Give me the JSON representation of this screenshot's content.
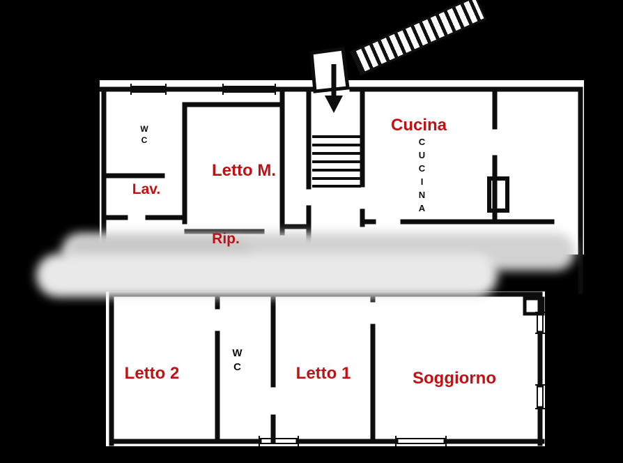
{
  "page": {
    "background_color": "#000000",
    "paper_color": "#ffffff",
    "wall_color": "#0d0d0d",
    "label_color": "#c01212",
    "blur_color": "#d9d9d9"
  },
  "plan": {
    "rooms": [
      {
        "name": "cucina",
        "label": "Cucina"
      },
      {
        "name": "letto-m",
        "label": "Letto M."
      },
      {
        "name": "lav",
        "label": "Lav."
      },
      {
        "name": "rip",
        "label": "Rip."
      },
      {
        "name": "letto-2",
        "label": "Letto 2"
      },
      {
        "name": "letto-1",
        "label": "Letto 1"
      },
      {
        "name": "soggiorno",
        "label": "Soggiorno"
      }
    ],
    "wall_texts": [
      {
        "name": "wc-upper",
        "label": "WC"
      },
      {
        "name": "cucina-wall",
        "label": "CUCINA"
      },
      {
        "name": "wc-lower",
        "label": "WC"
      }
    ]
  }
}
